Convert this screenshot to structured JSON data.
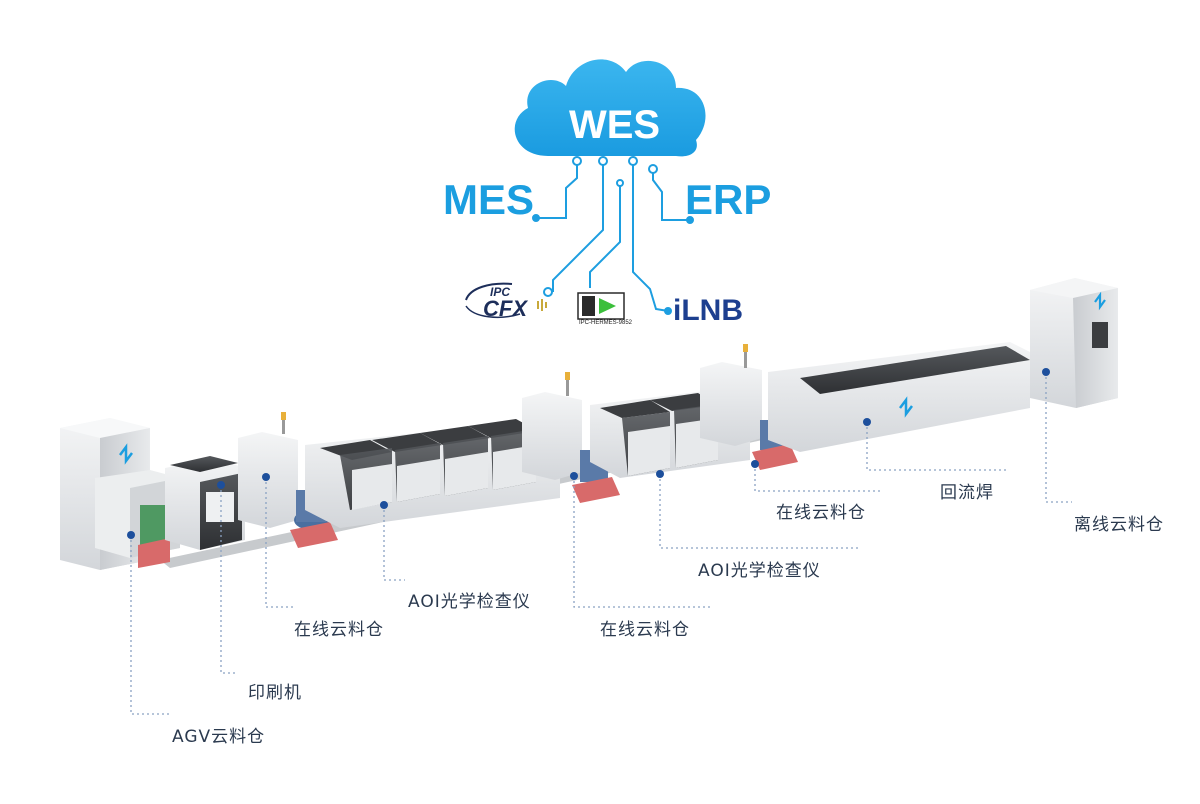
{
  "cloud": {
    "title": "WES"
  },
  "systems": {
    "left": "MES",
    "right": "ERP",
    "ilnb": "iLNB"
  },
  "logos": {
    "cfx": {
      "top": "IPC",
      "main": "CFX"
    },
    "hermes": {
      "caption": "IPC-HERMES-9852"
    }
  },
  "callouts": [
    {
      "id": "agv",
      "text": "AGV云料仓"
    },
    {
      "id": "printer",
      "text": "印刷机"
    },
    {
      "id": "inline1",
      "text": "在线云料仓"
    },
    {
      "id": "aoi1",
      "text": "AOI光学检查仪"
    },
    {
      "id": "inline2",
      "text": "在线云料仓"
    },
    {
      "id": "aoi2",
      "text": "AOI光学检查仪"
    },
    {
      "id": "inline3",
      "text": "在线云料仓"
    },
    {
      "id": "reflow",
      "text": "回流焊"
    },
    {
      "id": "offline",
      "text": "离线云料仓"
    }
  ],
  "colors": {
    "cloud": "#29a9e8",
    "accent": "#1b9ee0",
    "leader": "#1d4f9c",
    "text": "#2b3a4f",
    "machine_body": "#e6e8ea",
    "machine_dark": "#3b3d40",
    "reel_base": "#d86a6a",
    "brand": "#1d3f8f"
  }
}
